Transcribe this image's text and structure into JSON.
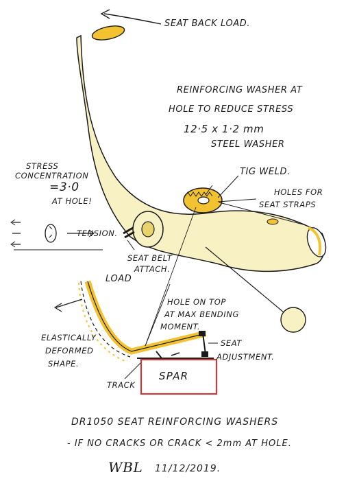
{
  "labels": {
    "seat_back_load": "SEAT BACK LOAD.",
    "reinforcing_washer_line1": "REINFORCING WASHER AT",
    "reinforcing_washer_line2": "HOLE TO REDUCE STRESS",
    "washer_size": "12·5 x 1·2 mm",
    "steel_washer": "STEEL WASHER",
    "tig_weld": "TIG WELD.",
    "holes_line1": "HOLES FOR",
    "holes_line2": "SEAT STRAPS",
    "stress_line1": "STRESS",
    "stress_line2": "CONCENTRATION",
    "stress_value": "=3·0",
    "stress_line4": "AT HOLE!",
    "tension": "TENSION.",
    "seat_belt_line1": "SEAT BELT",
    "seat_belt_line2": "ATTACH.",
    "load": "LOAD",
    "hole_line1": "HOLE ON TOP",
    "hole_line2": "AT MAX BENDING",
    "hole_line3": "MOMENT.",
    "elastic_line1": "ELASTICALLY",
    "elastic_line2": "DEFORMED",
    "elastic_line3": "SHAPE.",
    "seat_line1": "SEAT",
    "seat_line2": "ADJUSTMENT.",
    "track": "TRACK",
    "spar": "SPAR"
  },
  "caption": {
    "line1": "DR1050 SEAT REINFORCING WASHERS",
    "line2": "- IF NO CRACKS OR CRACK < 2mm AT HOLE.",
    "signature": "WBL",
    "date": "11/12/2019."
  },
  "colors": {
    "tube": "#f7f1c4",
    "tube_edge": "#e8d36a",
    "yellow": "#f2c230",
    "spar_red": "#c63b3b",
    "ink": "#1a1a1a"
  }
}
